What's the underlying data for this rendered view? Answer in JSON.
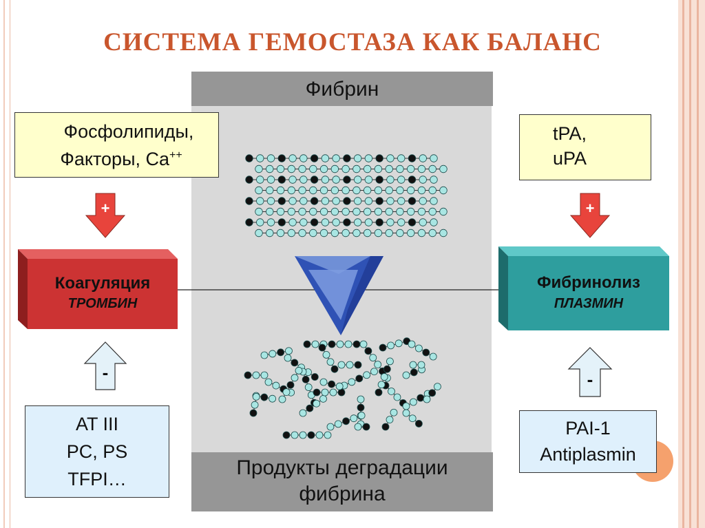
{
  "title": "СИСТЕМА ГЕМОСТАЗА КАК БАЛАНС",
  "center": {
    "top_label": "Фибрин",
    "bottom_label_line1": "Продукты деградации",
    "bottom_label_line2": "фибрина"
  },
  "left": {
    "activators_line1": "Фосфолипиды,",
    "activators_line2_prefix": "Факторы, Ca",
    "activators_line2_sup": "++",
    "plus_sign": "+",
    "process_title": "Коагуляция",
    "process_enzyme": "ТРОМБИН",
    "minus_sign": "-",
    "inhibitors": [
      "AT III",
      "PC, PS",
      "TFPI…"
    ]
  },
  "right": {
    "activators": [
      "tPA,",
      "uPA"
    ],
    "plus_sign": "+",
    "process_title": "Фибринолиз",
    "process_enzyme": "ПЛАЗМИН",
    "minus_sign": "-",
    "inhibitors": [
      "PAI-1",
      "Antiplasmin"
    ]
  },
  "colors": {
    "title": "#c9562d",
    "coagulation_box": "#cc3333",
    "fibrinolysis_box": "#2e9e9e",
    "activator_box": "#ffffcc",
    "inhibitor_box": "#dff0fc",
    "arrow_red": "#e8443c",
    "arrow_light": "#e4f2f9",
    "triangle": "#4f74c8",
    "monomer_light": "#a9e6e3",
    "monomer_dark": "#111111",
    "column": "#d9d9d9",
    "column_header": "#969696"
  }
}
